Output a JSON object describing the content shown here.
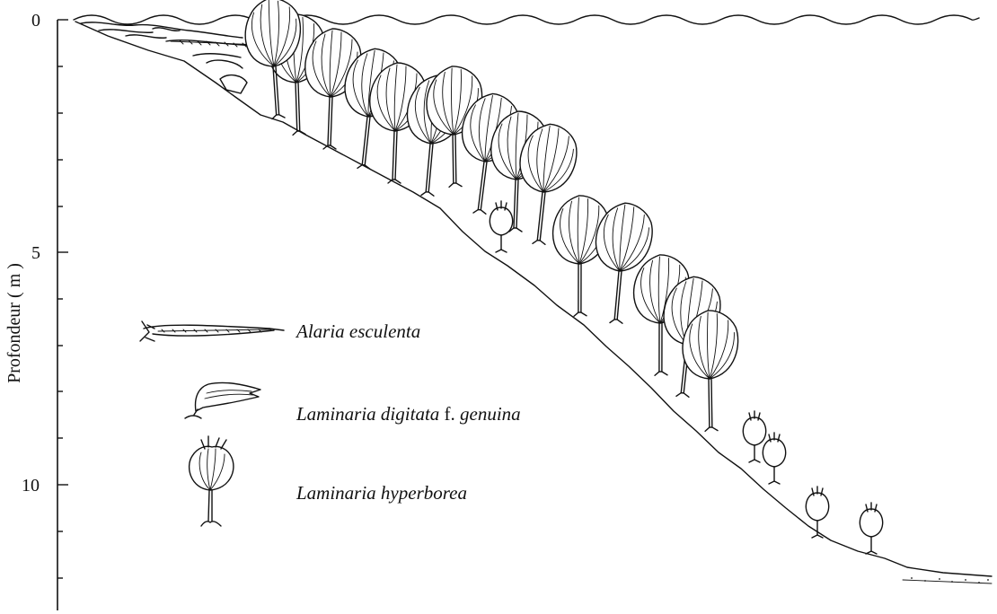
{
  "axis": {
    "ylabel": "Profondeur ( m )",
    "ticks": [
      {
        "value": 0,
        "label": "0"
      },
      {
        "value": 5,
        "label": "5"
      },
      {
        "value": 10,
        "label": "10"
      }
    ]
  },
  "legend": {
    "items": [
      {
        "species": "Alaria esculenta",
        "icon": "alaria-esculenta-icon"
      },
      {
        "species_italic": "Laminaria digitata",
        "form": "f.",
        "form_name": "genuina",
        "icon": "laminaria-digitata-icon"
      },
      {
        "species": "Laminaria hyperborea",
        "icon": "laminaria-hyperborea-icon"
      }
    ]
  },
  "colors": {
    "ink": "#111111",
    "background": "#ffffff"
  }
}
